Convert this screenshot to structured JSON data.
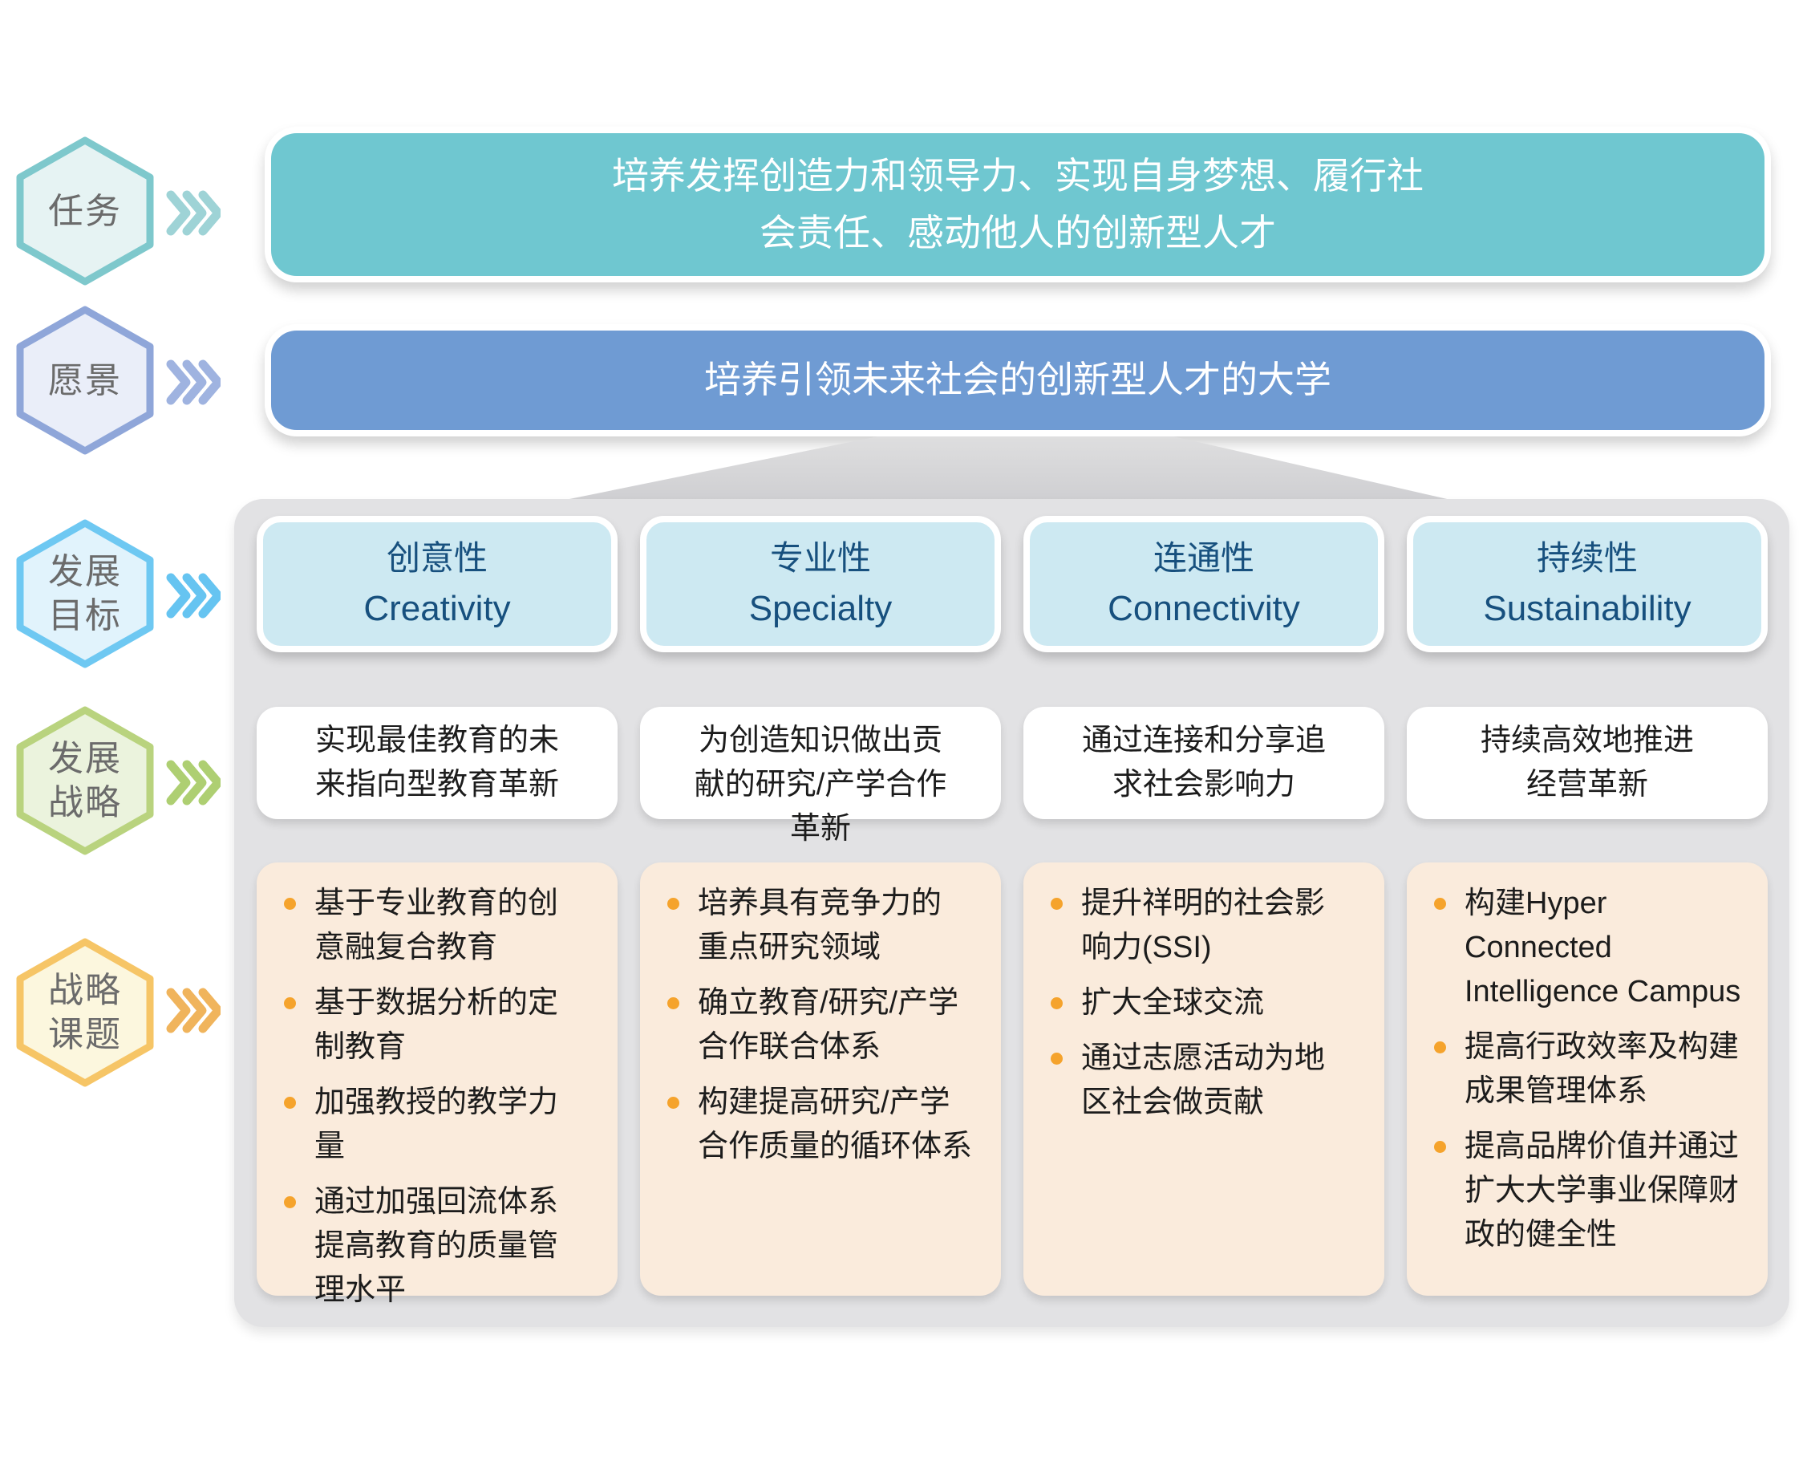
{
  "palette": {
    "mission-box": "#6FC7D0",
    "vision-box": "#6F9BD3",
    "header-box": "#CDE9F2",
    "header-text": "#17507E",
    "container": "#E2E2E4",
    "topic-box": "#FAEBDC",
    "bullet": "#F5A32C",
    "hex-label": "#6B6B6B",
    "hex-mission-fill": "#E6F3F3",
    "hex-mission-stroke": "#7EC8CC",
    "chev-mission": "#9ED3D6",
    "hex-vision-fill": "#EAEEF9",
    "hex-vision-stroke": "#8FA6D9",
    "chev-vision": "#9FB3E0",
    "hex-goals-fill": "#E1F3FC",
    "hex-goals-stroke": "#6EC8F2",
    "chev-goals": "#66C4F1",
    "hex-strategy-fill": "#EBF3DD",
    "hex-strategy-stroke": "#B9D37E",
    "chev-strategy": "#AECF72",
    "hex-topics-fill": "#FCF7DE",
    "hex-topics-stroke": "#F6C566",
    "chev-topics": "#F0B45C"
  },
  "rows": {
    "mission_label": "任务",
    "vision_label": "愿景",
    "goals_label": "发展\n目标",
    "strategy_label": "发展\n战略",
    "topics_label": "战略\n课题"
  },
  "mission_text": "培养发挥创造力和领导力、实现自身梦想、履行社\n会责任、感动他人的创新型人才",
  "vision_text": "培养引领未来社会的创新型人才的大学",
  "columns": [
    {
      "title_zh": "创意性",
      "title_en": "Creativity",
      "strategy": "实现最佳教育的未\n来指向型教育革新",
      "topics": [
        "基于专业教育的创\n意融复合教育",
        "基于数据分析的定\n制教育",
        "加强教授的教学力\n量",
        "通过加强回流体系\n提高教育的质量管\n理水平"
      ]
    },
    {
      "title_zh": "专业性",
      "title_en": "Specialty",
      "strategy": "为创造知识做出贡\n献的研究/产学合作\n革新",
      "topics": [
        "培养具有竞争力的\n重点研究领域",
        "确立教育/研究/产学\n合作联合体系",
        "构建提高研究/产学\n合作质量的循环体系"
      ]
    },
    {
      "title_zh": "连通性",
      "title_en": "Connectivity",
      "strategy": "通过连接和分享追\n求社会影响力",
      "topics": [
        "提升祥明的社会影\n响力(SSI)",
        "扩大全球交流",
        "通过志愿活动为地\n区社会做贡献"
      ]
    },
    {
      "title_zh": "持续性",
      "title_en": "Sustainability",
      "strategy": "持续高效地推进\n经营革新",
      "topics": [
        "构建Hyper\nConnected\nIntelligence Campus",
        "提高行政效率及构建\n成果管理体系",
        "提高品牌价值并通过\n扩大大学事业保障财\n政的健全性"
      ]
    }
  ]
}
